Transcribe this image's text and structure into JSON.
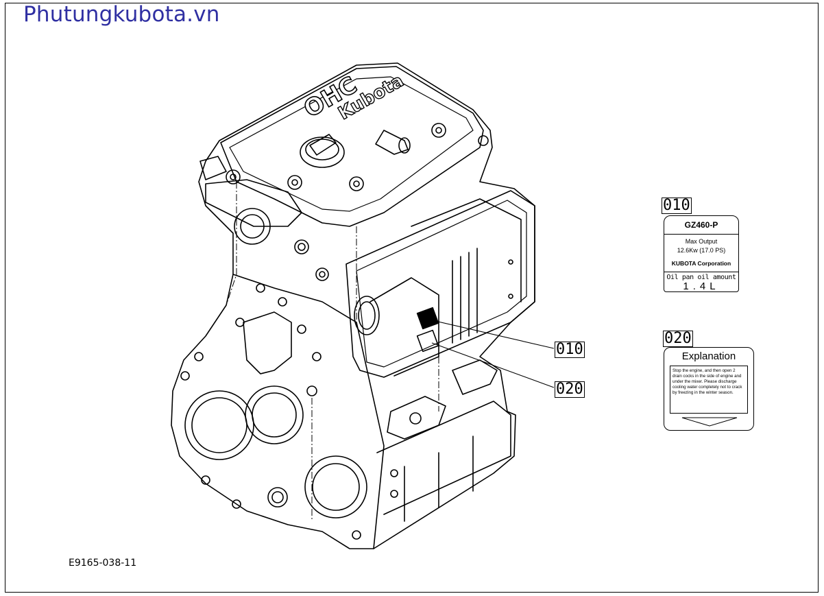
{
  "site": {
    "title": "Phutungkubota.vn"
  },
  "diagram": {
    "figure_code": "E9165-038-11",
    "callouts": [
      {
        "id": "010",
        "label": "010"
      },
      {
        "id": "020",
        "label": "020"
      }
    ],
    "engine_cover_text": {
      "brand": "Kubota",
      "ohc": "OHC"
    },
    "decal_010": {
      "label": "010",
      "model": "GZ460-P",
      "max_output": "Max Output",
      "power": "12.6Kw (17.0 PS)",
      "corporation": "KUBOTA Corporation",
      "oil_label": "Oil pan oil amount",
      "oil_amount": "1.4L"
    },
    "decal_020": {
      "label": "020",
      "heading": "Explanation",
      "body": "Stop the engine, and then open 2 drain cocks in the side of engine and under the mixer. Please discharge cooling water completely not to crack by freezing in the winter season."
    }
  }
}
